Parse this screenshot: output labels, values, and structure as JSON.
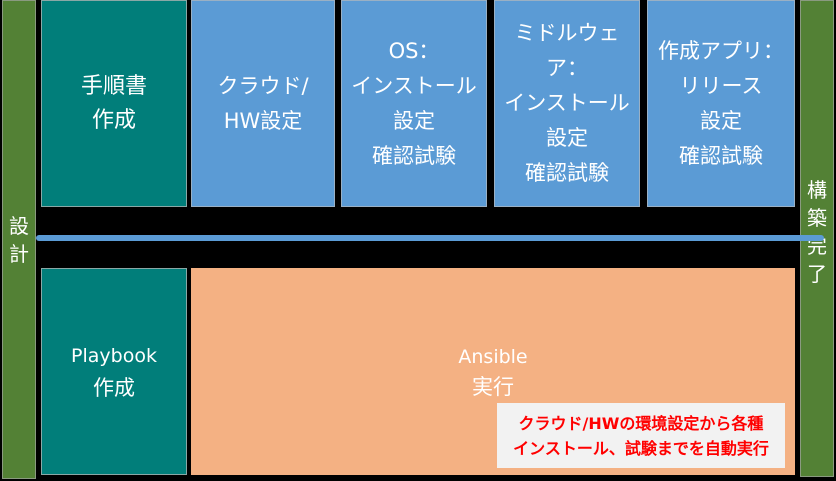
{
  "left_bar": {
    "chars": [
      "設",
      "計"
    ]
  },
  "right_bar": {
    "chars": [
      "構",
      "築",
      "完",
      "了"
    ]
  },
  "top_row": {
    "manual": {
      "lines": [
        "手順書",
        "作成"
      ]
    },
    "steps": [
      {
        "lines": [
          "クラウド/",
          "HW設定"
        ]
      },
      {
        "lines": [
          "OS：",
          "インストール",
          "設定",
          "確認試験"
        ]
      },
      {
        "lines": [
          "ミドルウェア：",
          "インストール",
          "設定",
          "確認試験"
        ]
      },
      {
        "lines": [
          "作成アプリ：",
          "リリース",
          "設定",
          "確認試験"
        ]
      }
    ]
  },
  "bottom_row": {
    "playbook": {
      "lines": [
        "Playbook",
        "作成"
      ]
    },
    "ansible": {
      "lines": [
        "Ansible",
        "実行"
      ]
    },
    "note": {
      "lines": [
        "クラウド/HWの環境設定から各種",
        "インストール、試験までを自動実行"
      ]
    }
  },
  "colors": {
    "green": "#538135",
    "teal": "#017e7a",
    "blue": "#5b9bd5",
    "orange": "#f4b183",
    "note_text": "#ff0000",
    "note_bg": "#f2f2f2"
  }
}
